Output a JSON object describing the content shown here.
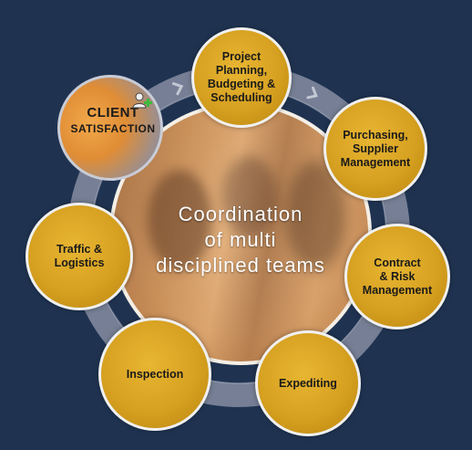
{
  "diagram": {
    "center": {
      "lines": [
        "Coordination",
        "of multi",
        "disciplined teams"
      ]
    },
    "highlight": {
      "lines": [
        "CLIENT",
        "SATISFACTION"
      ],
      "icon": "add-user-icon",
      "icon_accent": "#3dbb3d"
    },
    "nodes": [
      {
        "id": "project-planning",
        "label": "Project\nPlanning,\nBudgeting &\nScheduling"
      },
      {
        "id": "purchasing",
        "label": "Purchasing,\nSupplier\nManagement"
      },
      {
        "id": "contract-risk",
        "label": "Contract\n& Risk\nManagement"
      },
      {
        "id": "expediting",
        "label": "Expediting"
      },
      {
        "id": "inspection",
        "label": "Inspection"
      },
      {
        "id": "traffic-logistics",
        "label": "Traffic &\nLogistics"
      }
    ],
    "colors": {
      "background": "#1f3351",
      "node_fill": "#d6a020",
      "ring": "#8c93a6"
    }
  }
}
